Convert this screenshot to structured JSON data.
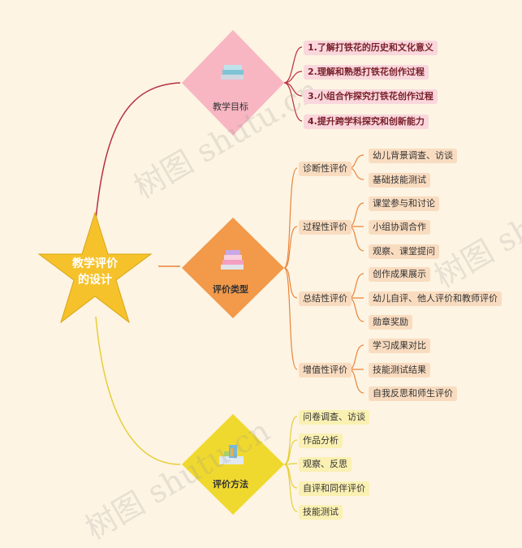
{
  "root": {
    "line1": "教学评价",
    "line2": "的设计"
  },
  "branches": {
    "goals": {
      "label": "教学目标",
      "items": [
        "1.了解打铁花的历史和文化意义",
        "2.理解和熟悉打铁花创作过程",
        "3.小组合作探究打铁花创作过程",
        "4.提升跨学科探究和创新能力"
      ]
    },
    "types": {
      "label": "评价类型",
      "groups": [
        {
          "label": "诊断性评价",
          "items": [
            "幼儿背景调查、访谈",
            "基础技能测试"
          ]
        },
        {
          "label": "过程性评价",
          "items": [
            "课堂参与和讨论",
            "小组协调合作",
            "观察、课堂提问"
          ]
        },
        {
          "label": "总结性评价",
          "items": [
            "创作成果展示",
            "幼儿自评、他人评价和教师评价",
            "勋章奖励"
          ]
        },
        {
          "label": "增值性评价",
          "items": [
            "学习成果对比",
            "技能测试结果",
            "自我反思和师生评价"
          ]
        }
      ]
    },
    "methods": {
      "label": "评价方法",
      "items": [
        "问卷调查、访谈",
        "作品分析",
        "观察、反思",
        "自评和同伴评价",
        "技能测试"
      ]
    }
  },
  "watermark": "树图 shutu.cn",
  "colors": {
    "goal": "#c0303f",
    "type": "#e8843a",
    "method": "#e8d23a",
    "star": "#f6c22b",
    "bg": "#fdf4e3"
  }
}
